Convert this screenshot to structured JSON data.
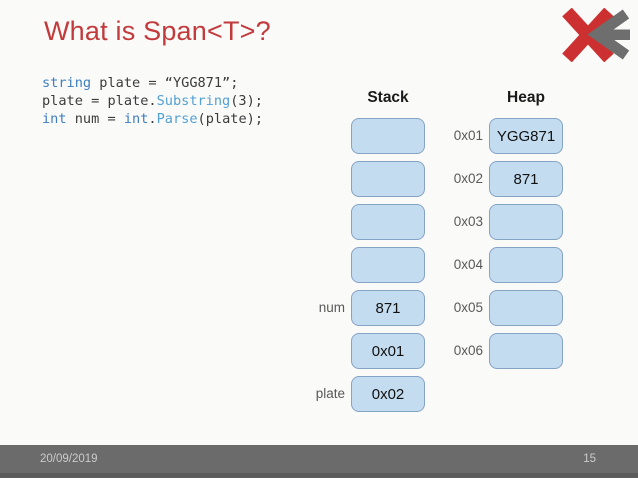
{
  "slide": {
    "title": "What is Span<T>?",
    "footer": {
      "date": "20/09/2019",
      "page": "15"
    }
  },
  "code": {
    "lines": [
      {
        "tokens": [
          "string",
          " plate = “YGG871”;"
        ]
      },
      {
        "tokens": [
          "plate = plate.",
          "Substring",
          "(3);"
        ]
      },
      {
        "tokens": [
          "int",
          " num = ",
          "int",
          ".",
          "Parse",
          "(plate);"
        ]
      }
    ]
  },
  "diagram": {
    "stack": {
      "header": "Stack",
      "cells": [
        {
          "value": "",
          "label": ""
        },
        {
          "value": "",
          "label": ""
        },
        {
          "value": "",
          "label": ""
        },
        {
          "value": "",
          "label": ""
        },
        {
          "value": "871",
          "label": "num"
        },
        {
          "value": "0x01",
          "label": ""
        },
        {
          "value": "0x02",
          "label": "plate"
        }
      ]
    },
    "heap": {
      "header": "Heap",
      "cells": [
        {
          "address": "0x01",
          "value": "YGG871"
        },
        {
          "address": "0x02",
          "value": "871"
        },
        {
          "address": "0x03",
          "value": ""
        },
        {
          "address": "0x04",
          "value": ""
        },
        {
          "address": "0x05",
          "value": ""
        },
        {
          "address": "0x06",
          "value": ""
        }
      ]
    }
  },
  "colors": {
    "accent_red": "#C23A3C",
    "logo_red": "#CC3030",
    "logo_gray": "#6E6E6E",
    "box_fill": "#C4DCF0",
    "box_border": "#85A3C4",
    "keyword_blue": "#3F7EC1",
    "method_blue": "#54A1D3",
    "label_gray": "#595959",
    "footer_bg": "#6B6B6B"
  }
}
